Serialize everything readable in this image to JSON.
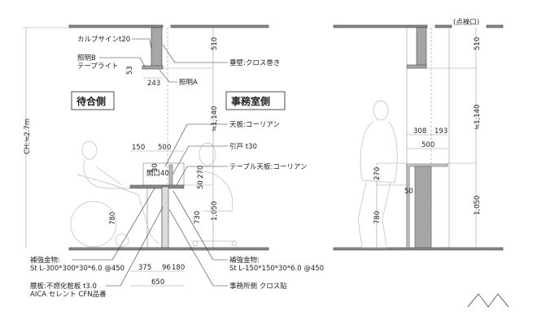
{
  "left_section": {
    "ceiling_height": "CH:≒2.7m",
    "labels": {
      "calp_sign": "カルブサインt20",
      "light_b_1": "照明B",
      "light_b_2": "テープライト",
      "light_a": "照明A",
      "hanging_wall": "垂壁:クロス巻き",
      "top_board": "天板:コーリアン",
      "sliding_door": "引戸 t30",
      "opening": "開口40",
      "table_top": "テーブル天板:コーリアン",
      "reinforcement_left_1": "補強金物:",
      "reinforcement_left_2": "St L-300*300*30*6.0 @450",
      "wainscot_1": "腰板:不燃化粧板 t3.0",
      "wainscot_2": "AICA セレント CFN品番",
      "reinforcement_right_1": "補強金物:",
      "reinforcement_right_2": "St L-150*150*30*6.0 @450",
      "office_side_cloth": "事務所側 クロス貼"
    },
    "rooms": {
      "waiting": "待合側",
      "office": "事務室側"
    },
    "dims": {
      "d510": "510",
      "d53": "53",
      "d243": "243",
      "d1140": "≒1,140",
      "d150": "150",
      "d500": "500",
      "d30": "30",
      "d270": "270",
      "d50": "50",
      "d1050": "1,050",
      "d780": "780",
      "d730": "730",
      "d375": "375",
      "d96": "96",
      "d180": "180",
      "d650": "650"
    }
  },
  "right_section": {
    "inspection": "(点検口)",
    "dims": {
      "d510": "510",
      "d1140": "≒1,140",
      "d1050": "1,050",
      "d308": "308",
      "d193": "193",
      "d500": "500",
      "d270": "270",
      "d50": "50",
      "d780": "780"
    }
  }
}
